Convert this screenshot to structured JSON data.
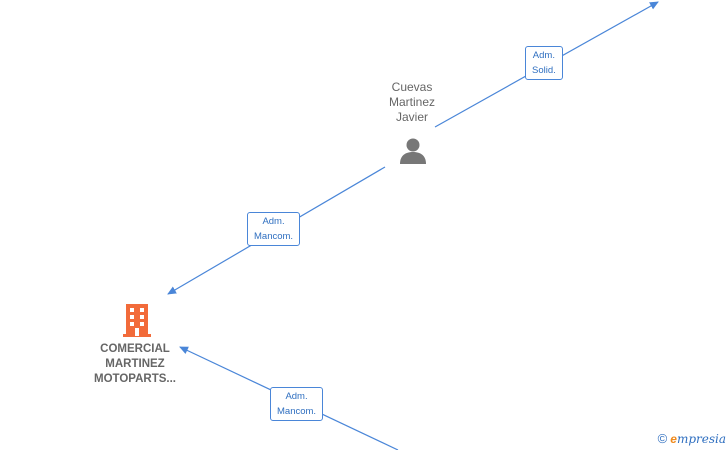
{
  "nodes": {
    "person": {
      "name_lines": [
        "Cuevas",
        "Martinez",
        "Javier"
      ],
      "icon": "person-icon"
    },
    "company": {
      "name_lines": [
        "COMERCIAL",
        "MARTINEZ",
        "MOTOPARTS..."
      ],
      "icon": "building-icon"
    }
  },
  "edges": [
    {
      "label_lines": [
        "Adm.",
        "Solid."
      ]
    },
    {
      "label_lines": [
        "Adm.",
        "Mancom."
      ]
    },
    {
      "label_lines": [
        "Adm.",
        "Mancom."
      ]
    }
  ],
  "colors": {
    "edge": "#4a86d8",
    "building": "#f26b3a",
    "person": "#777777"
  },
  "footer": {
    "copyright_symbol": "©",
    "brand_initial": "e",
    "brand_rest": "mpresia"
  }
}
